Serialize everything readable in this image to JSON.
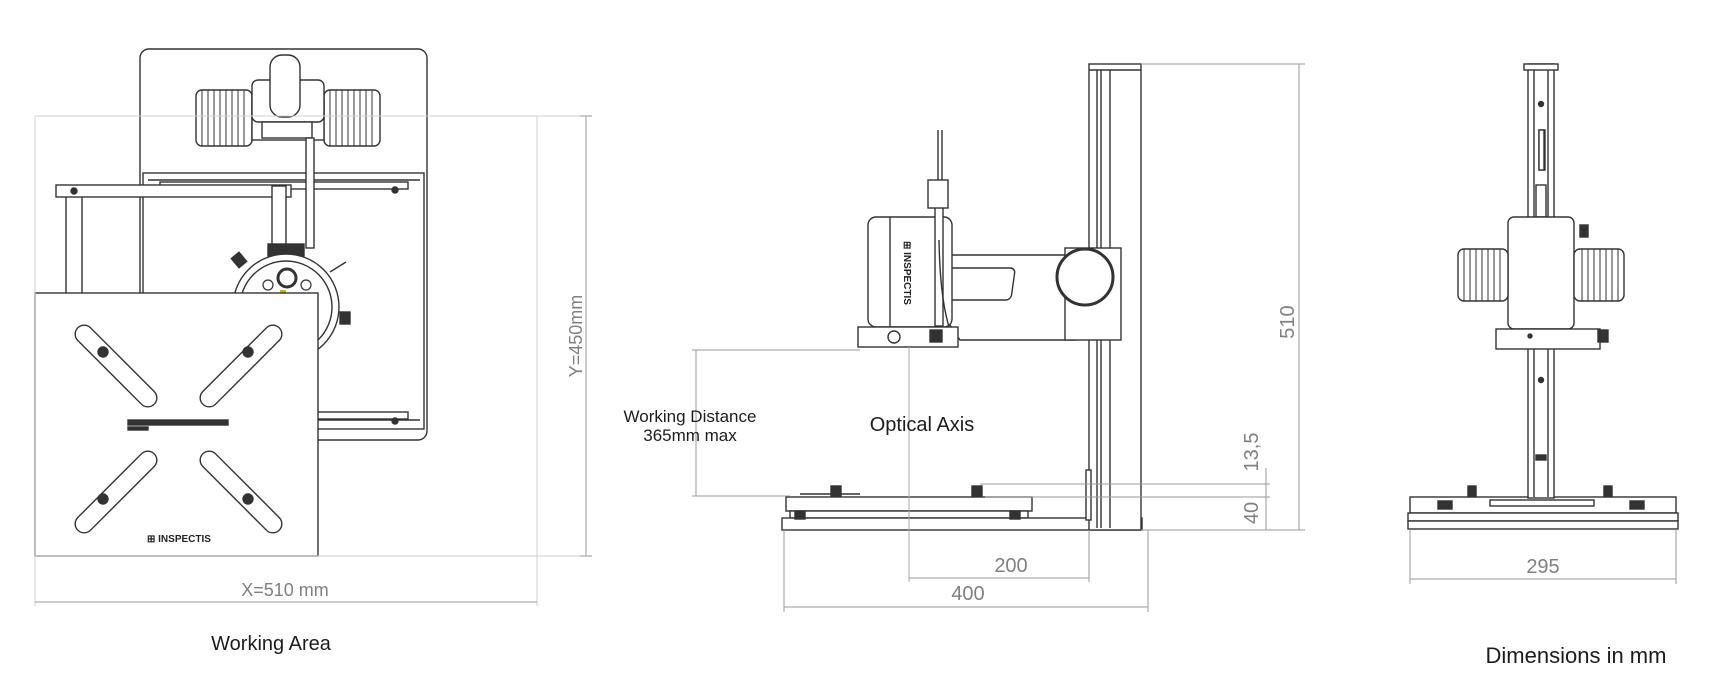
{
  "top_view": {
    "logo_text": "⊞ INSPECTIS",
    "x_dim": "X=510 mm",
    "y_dim": "Y=450mm",
    "caption": "Working Area"
  },
  "side_view": {
    "logo_text": "⊞ INSPECTIS",
    "working_distance_line1": "Working Distance",
    "working_distance_line2": "365mm max",
    "optical_axis": "Optical Axis",
    "dim_height": "510",
    "dim_gap": "13,5",
    "dim_base": "40",
    "dim_axis_offset": "200",
    "dim_depth": "400"
  },
  "front_view": {
    "dim_width": "295"
  },
  "footer": {
    "units_note": "Dimensions in mm"
  }
}
